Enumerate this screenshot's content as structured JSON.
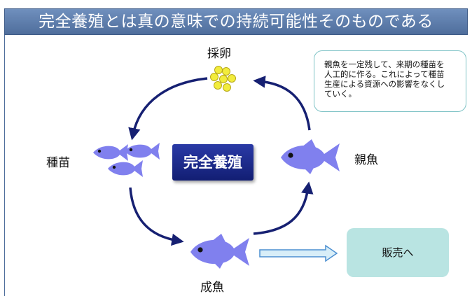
{
  "banner": {
    "title": "完全養殖とは真の意味での持続可能性そのものである"
  },
  "cycle": {
    "center_label": "完全養殖",
    "stages": {
      "eggs": "採卵",
      "seedlings": "種苗",
      "parent_fish": "親魚",
      "adult_fish": "成魚"
    }
  },
  "note": {
    "lines": [
      "親魚を一定残して、来期の種苗を",
      "人工的に作る。これによって種苗",
      "生産による資源への影響をなくし",
      "ていく。"
    ]
  },
  "sales": {
    "label": "販売へ"
  },
  "colors": {
    "banner": "#5b7bab",
    "center_box": "#1b2a8f",
    "arrow": "#162072",
    "fish": "#8080ee",
    "eggs": "#f2ec3c",
    "note_border": "#7ec3c6",
    "sales_box": "#b9e4e2"
  }
}
